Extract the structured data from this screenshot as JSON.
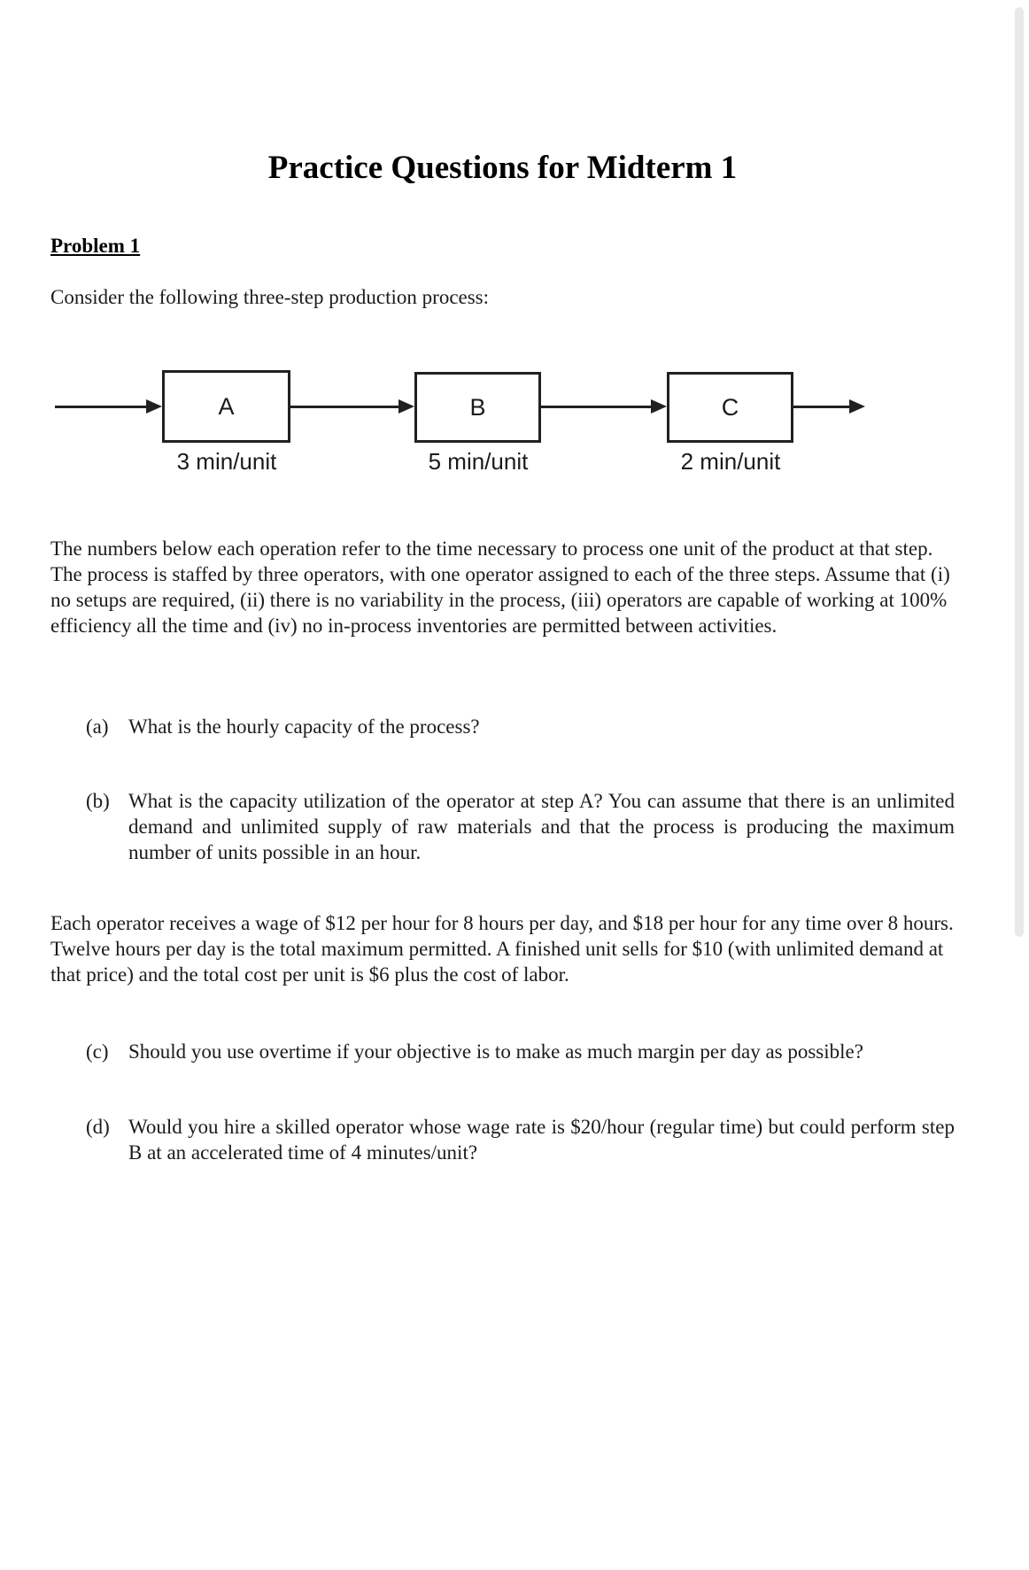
{
  "page": {
    "title": "Practice Questions for Midterm 1",
    "section_heading": "Problem 1",
    "intro": "Consider the following three-step production process:",
    "paragraph_1": "The numbers below each operation refer to the time necessary to process one unit of the product at that step. The process is staffed by three operators, with one operator assigned to each of the three steps. Assume that (i) no setups are required, (ii) there is no variability in the process, (iii) operators are capable of working at 100% efficiency all the time and (iv) no in-process inventories are permitted between activities.",
    "paragraph_2": "Each operator receives a wage of $12 per hour for 8 hours per day, and $18 per hour for any time over 8 hours. Twelve hours per day is the total maximum permitted. A finished unit sells for $10 (with unlimited demand at that price) and the total cost per unit is $6 plus the cost of labor.",
    "items": [
      {
        "marker": "(a)",
        "text": "What is the hourly capacity of the process?"
      },
      {
        "marker": "(b)",
        "text": "What is the capacity utilization of the operator at step A? You can assume that there is an unlimited demand and unlimited supply of raw materials and that the process is producing the maximum number of units possible in an hour."
      },
      {
        "marker": "(c)",
        "text": "Should you use overtime if your objective is to make as much margin per day as possible?"
      },
      {
        "marker": "(d)",
        "text": "Would you hire a skilled operator whose wage rate is $20/hour (regular time) but could perform step B at an accelerated time of 4 minutes/unit?"
      }
    ]
  },
  "diagram": {
    "steps": [
      {
        "label": "A",
        "rate": "3 min/unit"
      },
      {
        "label": "B",
        "rate": "5 min/unit"
      },
      {
        "label": "C",
        "rate": "2 min/unit"
      }
    ]
  },
  "colors": {
    "text": "#1b1b1b",
    "diagram_stroke": "#212121",
    "scrollbar_thumb": "#e9e9e9"
  }
}
